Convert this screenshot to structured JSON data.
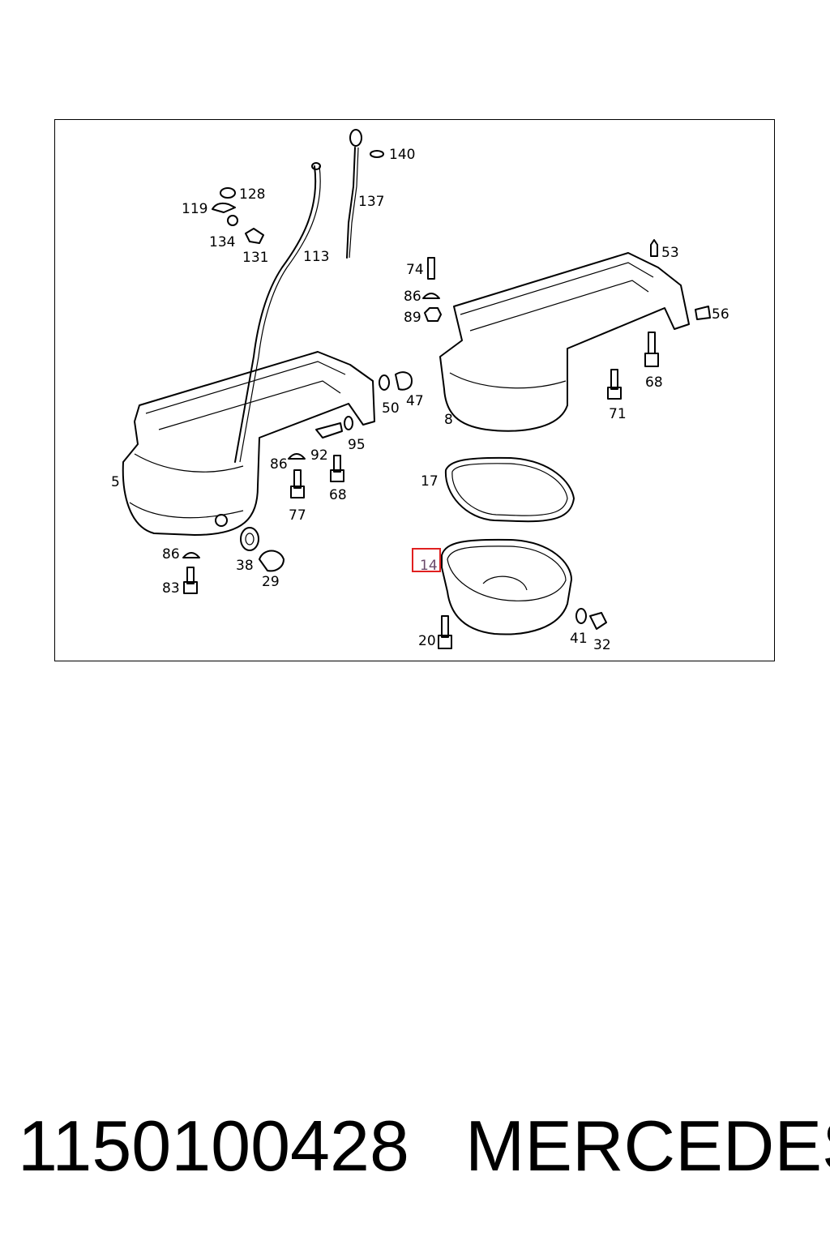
{
  "diagram": {
    "callouts": [
      "140",
      "128",
      "119",
      "137",
      "134",
      "131",
      "113",
      "53",
      "74",
      "86",
      "89",
      "56",
      "68",
      "50",
      "47",
      "8",
      "71",
      "5",
      "92",
      "95",
      "86",
      "68",
      "77",
      "17",
      "14",
      "86",
      "38",
      "29",
      "83",
      "20",
      "41",
      "32"
    ],
    "highlighted_callout": "14",
    "highlight_color": "#e02020"
  },
  "caption": {
    "part_number": "1150100428",
    "brand": "MERCEDES"
  }
}
